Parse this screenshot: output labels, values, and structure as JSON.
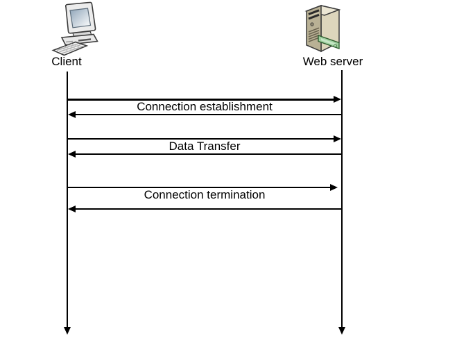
{
  "diagram": {
    "type": "sequence-diagram",
    "background": "#ffffff",
    "line_color": "#000000",
    "text_color": "#000000"
  },
  "actors": {
    "client": {
      "label": "Client",
      "icon": "desktop-computer-icon"
    },
    "server": {
      "label": "Web server",
      "icon": "server-tower-icon"
    }
  },
  "messages": [
    {
      "label": "Connection establishment",
      "arrows": [
        "client-to-server",
        "server-to-client"
      ]
    },
    {
      "label": "Data Transfer",
      "arrows": [
        "client-to-server",
        "server-to-client"
      ]
    },
    {
      "label": "Connection termination",
      "arrows": [
        "client-to-server",
        "server-to-client"
      ]
    }
  ],
  "icon_colors": {
    "server_front": "#b9b195",
    "server_side": "#ddd6bc",
    "server_top": "#ece7d4",
    "network_card": "#9fd09f",
    "monitor_body": "#ececec"
  }
}
